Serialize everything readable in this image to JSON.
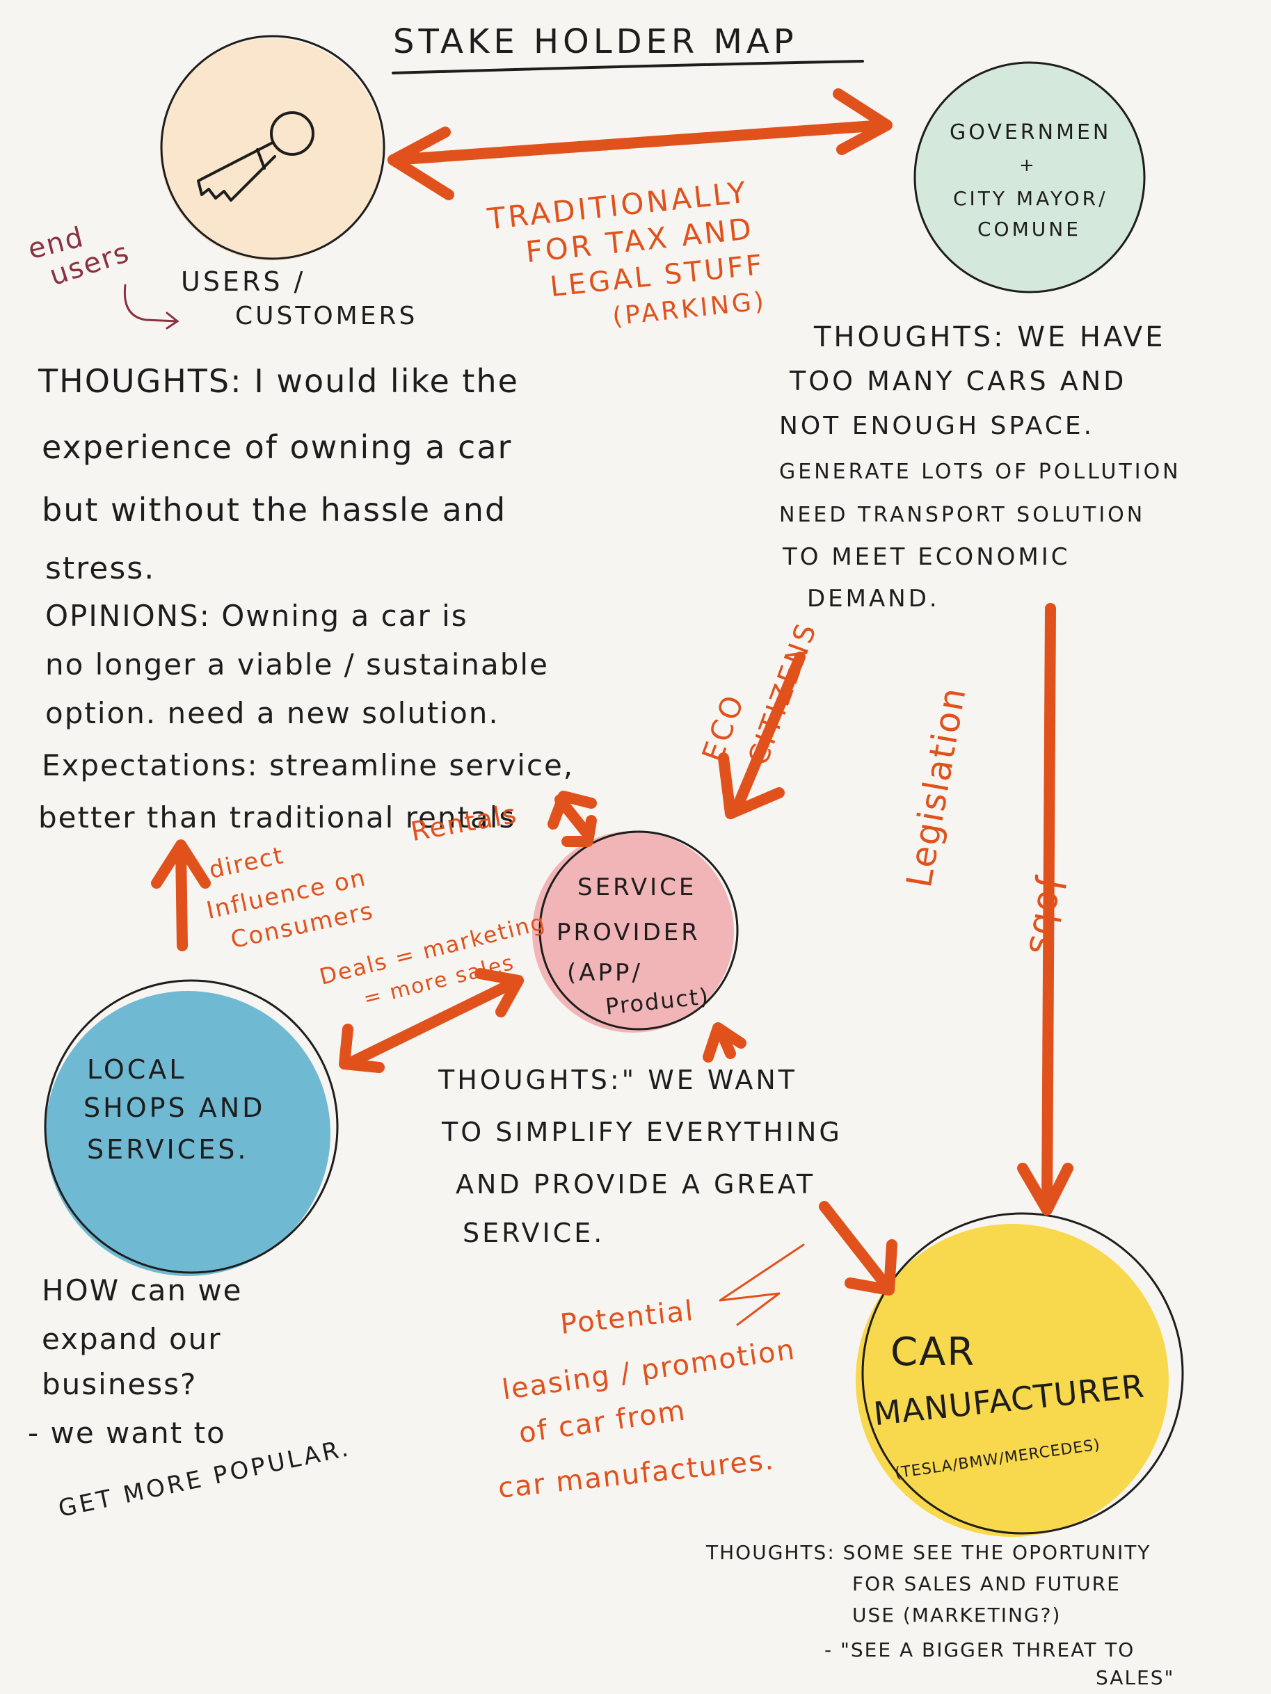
{
  "title": "STAKE HOLDER MAP",
  "colors": {
    "arrow": "#e0511c",
    "ink": "#1d1d1d",
    "annotation": "#8a3140",
    "users_fill": "#f9e3c6",
    "gov_fill": "#cfe8d8",
    "service_fill": "#f1a9ad",
    "shops_fill": "#5fb3cf",
    "car_fill": "#f7d53a"
  },
  "nodes": {
    "users": {
      "label_line1": "USERS /",
      "label_line2": "CUSTOMERS",
      "icon": "key-icon"
    },
    "government": {
      "label_line1": "GOVERNMEN",
      "label_line2": "+",
      "label_line3": "CITY MAYOR/",
      "label_line4": "COMUNE"
    },
    "service": {
      "label_line1": "SERVICE",
      "label_line2": "PROVIDER",
      "label_line3": "(APP/",
      "label_line4": "Product)"
    },
    "shops": {
      "label_line1": "LOCAL",
      "label_line2": "SHOPS AND",
      "label_line3": "SERVICES."
    },
    "car": {
      "label_line1": "CAR",
      "label_line2": "MANUFACTURER",
      "label_line3": "(TESLA/BMW/MERCEDES)"
    }
  },
  "annotations": {
    "end_users_1": "end",
    "end_users_2": "users",
    "users_gov_1": "TRADITIONALLY",
    "users_gov_2": "FOR TAX AND",
    "users_gov_3": "LEGAL STUFF",
    "users_gov_4": "(PARKING)",
    "eco": "ECO",
    "citizens": "CITIZENS",
    "rentals": "Rentals",
    "direct_1": "direct",
    "direct_2": "Influence on",
    "direct_3": "Consumers",
    "deals_1": "Deals = marketing",
    "deals_2": "= more sales",
    "legislation": "Legislation",
    "jobs": "Jobs",
    "potential_1": "Potential",
    "potential_2": "leasing / promotion",
    "potential_3": "of car from",
    "potential_4": "car manufactures."
  },
  "notes": {
    "users_thoughts": [
      "THOUGHTS: I would like the",
      "experience of owning a car",
      "but without the hassle and",
      "stress.",
      "OPINIONS: Owning a car is",
      "no longer a viable / sustainable",
      "option. need a new solution.",
      "Expectations: streamline service,",
      "better than traditional rentals"
    ],
    "gov_thoughts": [
      "THOUGHTS: WE HAVE",
      "TOO MANY CARS AND",
      "NOT ENOUGH SPACE.",
      "GENERATE LOTS OF POLLUTION",
      "NEED TRANSPORT SOLUTION",
      "TO MEET ECONOMIC",
      "DEMAND."
    ],
    "service_thoughts": [
      "THOUGHTS:\" WE WANT",
      "TO SIMPLIFY EVERYTHING",
      "AND PROVIDE A GREAT",
      "SERVICE."
    ],
    "shops_thoughts": [
      "HOW can we",
      "expand our",
      "business?",
      "- we want to",
      "GET MORE POPULAR."
    ],
    "car_thoughts": [
      "THOUGHTS: SOME SEE THE OPORTUNITY",
      "FOR SALES AND FUTURE",
      "USE (MARKETING?)",
      "- \"SEE A BIGGER THREAT TO",
      "SALES\""
    ]
  }
}
